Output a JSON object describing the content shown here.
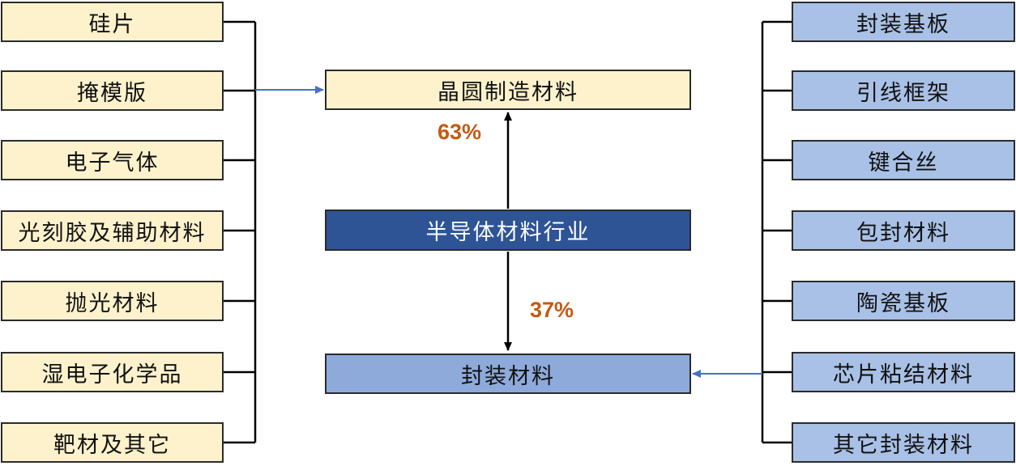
{
  "center": {
    "top": "晶圆制造材料",
    "middle": "半导体材料行业",
    "bottom": "封装材料",
    "top_pct": "63%",
    "bottom_pct": "37%"
  },
  "left_items": [
    "硅片",
    "掩模版",
    "电子气体",
    "光刻胶及辅助材料",
    "抛光材料",
    "湿电子化学品",
    "靶材及其它"
  ],
  "right_items": [
    "封装基板",
    "引线框架",
    "键合丝",
    "包封材料",
    "陶瓷基板",
    "芯片粘结材料",
    "其它封装材料"
  ],
  "colors": {
    "wafer": "#fdf2cc",
    "packaging": "#a9c1e6",
    "packaging_center": "#8eaadb",
    "industry": "#2e5496",
    "arrow": "#4472c4",
    "pct": "#c55a11"
  }
}
